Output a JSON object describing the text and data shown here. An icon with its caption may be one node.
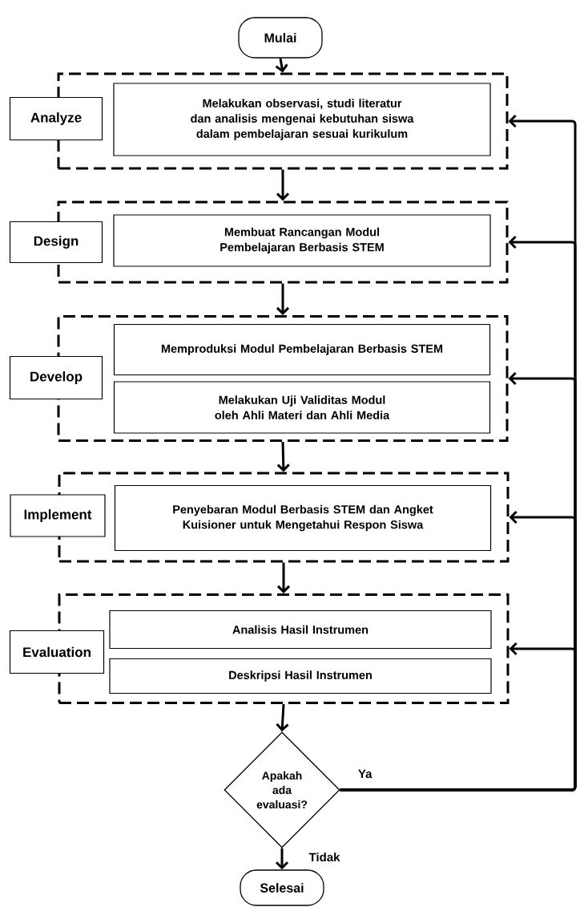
{
  "diagram": {
    "nodes": [
      {
        "text": [
          "Mulai"
        ]
      },
      {
        "text": [],
        "shape": "box"
      },
      {
        "text": [
          "Analyze"
        ]
      },
      {
        "text": [
          "Melakukan observasi, studi literatur dan analisis mengenai kebutuhan siswa dalam pembelajaran sesuai kurikulum"
        ],
        "in": 1
      },
      {
        "text": [],
        "shape": "box"
      },
      {
        "text": [
          "Design"
        ]
      },
      {
        "text": [
          "Membuat Rancangan Modul Pembelajaran Berbasis STEM"
        ],
        "in": 4
      },
      {
        "text": [],
        "shape": "box"
      },
      {
        "text": [
          "Develop"
        ]
      },
      {
        "text": [
          "Memproduksi Modul Pembelajaran Berbasis STEM"
        ],
        "in": 7
      },
      {
        "text": [
          "Melakukan Uji Validitas Modul oleh Ahli Materi dan Ahli Media"
        ],
        "in": 7
      },
      {
        "text": [],
        "shape": "box"
      },
      {
        "text": [
          "Implement"
        ]
      },
      {
        "text": [
          "Penyebaran Modul Berbasis STEM dan Angket Kuisioner untuk Mengetahui Respon Siswa"
        ],
        "in": 11
      },
      {
        "text": [],
        "shape": "box"
      },
      {
        "text": [
          "Evaluation"
        ]
      },
      {
        "text": [
          "Analisis Hasil Instrumen"
        ],
        "in": 14
      },
      {
        "text": [
          "Deskripsi Hasil Instrumen"
        ],
        "in": 14
      },
      {
        "text": [
          "Apakah ada evaluasi?"
        ]
      },
      {
        "text": [
          "Selesai"
        ]
      }
    ],
    "edges": [
      {
        "from": 0,
        "to": 1,
        "arrow": "to"
      },
      {
        "from": 1,
        "to": 4,
        "arrow": "to"
      },
      {
        "from": 4,
        "to": 7,
        "arrow": "to"
      },
      {
        "from": 7,
        "to": 11,
        "arrow": "to"
      },
      {
        "from": 11,
        "to": 14,
        "arrow": "to"
      },
      {
        "from": 14,
        "to": 18,
        "arrow": "to"
      },
      {
        "from": 18,
        "to": 19,
        "arrow": "to",
        "label": "Tidak"
      },
      {
        "from": 18,
        "to": 1,
        "arrow": "to",
        "label": "Ya"
      },
      {
        "from": 18,
        "to": 4,
        "arrow": "to"
      },
      {
        "from": 18,
        "to": 7,
        "arrow": "to"
      },
      {
        "from": 18,
        "to": 11,
        "arrow": "to"
      },
      {
        "from": 18,
        "to": 14,
        "arrow": "to"
      }
    ]
  }
}
